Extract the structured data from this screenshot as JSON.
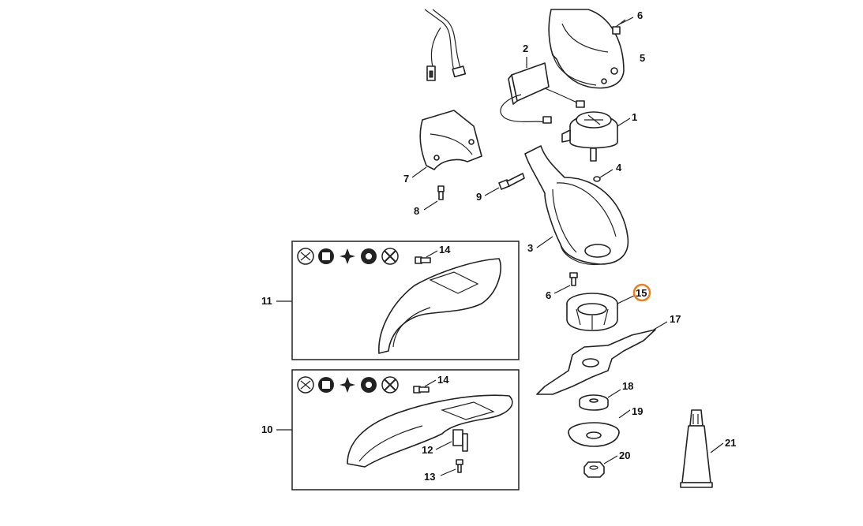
{
  "highlight_color": "#ef7d1a",
  "callouts": {
    "p1": "1",
    "p2": "2",
    "p3": "3",
    "p4": "4",
    "p5": "5",
    "p6a": "6",
    "p6b": "6",
    "p7": "7",
    "p8": "8",
    "p9": "9",
    "p10": "10",
    "p11": "11",
    "p12": "12",
    "p13": "13",
    "p14a": "14",
    "p14b": "14",
    "p15": "15",
    "p17": "17",
    "p18": "18",
    "p19": "19",
    "p20": "20",
    "p21": "21"
  },
  "selected_part": "15",
  "icons_box11": [
    "grass-trimmer-icon",
    "brush-knife-icon",
    "star-blade-icon",
    "saw-blade-icon",
    "mower-line-icon"
  ],
  "icons_box10": [
    "grass-trimmer-icon",
    "brush-knife-icon",
    "star-blade-icon",
    "saw-blade-icon",
    "mower-line-icon"
  ]
}
